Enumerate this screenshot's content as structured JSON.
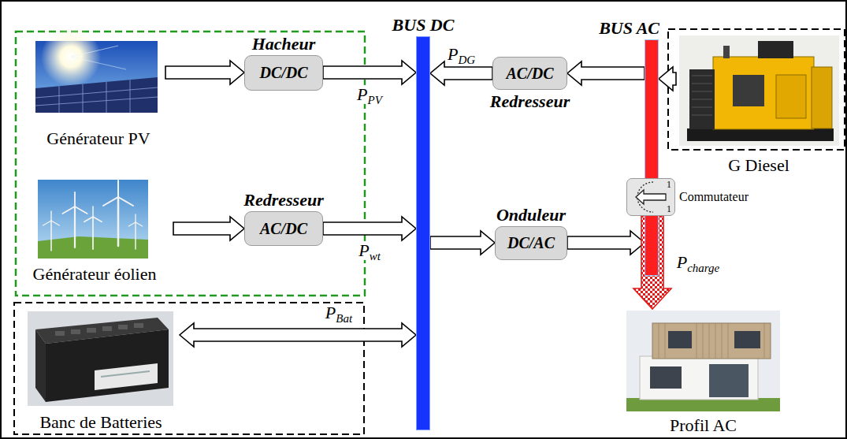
{
  "diagram": {
    "nodes": [
      {
        "text": [
          "BUS DC"
        ]
      },
      {
        "text": [
          "BUS AC"
        ]
      },
      {
        "text": [
          "Générateur PV"
        ]
      },
      {
        "text": [
          "Hacheur",
          "DC/DC"
        ]
      },
      {
        "text": [
          "AC/DC",
          "Redresseur"
        ]
      },
      {
        "text": [
          "G Diesel"
        ]
      },
      {
        "text": [
          "1",
          "1",
          "Commutateur"
        ]
      },
      {
        "text": [
          "Générateur éolien"
        ]
      },
      {
        "text": [
          "Redresseur",
          "AC/DC"
        ]
      },
      {
        "text": [
          "Onduleur",
          "DC/AC"
        ]
      },
      {
        "text": [
          "Banc de Batteries"
        ]
      },
      {
        "text": [
          "Profil AC"
        ]
      }
    ],
    "edges": [
      {
        "from": 2,
        "to": 3,
        "arrow": "to"
      },
      {
        "from": 3,
        "to": 0,
        "label": "PPV",
        "arrow": "to"
      },
      {
        "from": 4,
        "to": 0,
        "label": "PDG",
        "arrow": "to"
      },
      {
        "from": 1,
        "to": 4,
        "arrow": "to"
      },
      {
        "from": 5,
        "to": 1,
        "arrow": "to"
      },
      {
        "from": 7,
        "to": 8,
        "arrow": "to"
      },
      {
        "from": 8,
        "to": 0,
        "label": "Pwt",
        "arrow": "to"
      },
      {
        "from": 0,
        "to": 9,
        "arrow": "to"
      },
      {
        "from": 9,
        "to": 1,
        "arrow": "to"
      },
      {
        "from": 10,
        "to": 0,
        "label": "PBat",
        "arrow": "both"
      },
      {
        "from": 6,
        "to": 11,
        "label": "Pcharge",
        "arrow": "to"
      }
    ]
  }
}
